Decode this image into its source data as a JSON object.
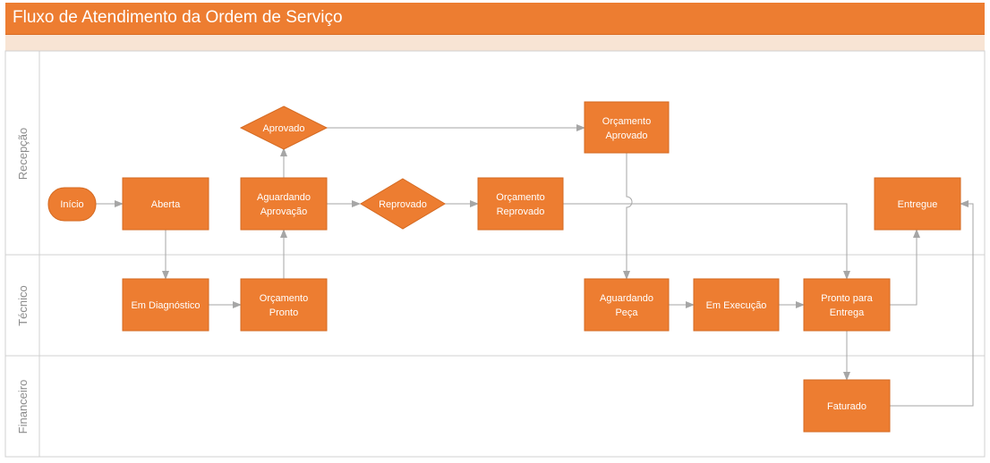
{
  "title": "Fluxo de Atendimento da Ordem de Serviço",
  "lanes": [
    {
      "label": "Recepção"
    },
    {
      "label": "Técnico"
    },
    {
      "label": "Financeiro"
    }
  ],
  "nodes": {
    "inicio": {
      "lines": [
        "Início"
      ]
    },
    "aberta": {
      "lines": [
        "Aberta"
      ]
    },
    "aguardando_aprovacao": {
      "lines": [
        "Aguardando",
        "Aprovação"
      ]
    },
    "aprovado": {
      "lines": [
        "Aprovado"
      ]
    },
    "reprovado": {
      "lines": [
        "Reprovado"
      ]
    },
    "orcamento_aprovado": {
      "lines": [
        "Orçamento",
        "Aprovado"
      ]
    },
    "orcamento_reprovado": {
      "lines": [
        "Orçamento",
        "Reprovado"
      ]
    },
    "entregue": {
      "lines": [
        "Entregue"
      ]
    },
    "em_diagnostico": {
      "lines": [
        "Em Diagnóstico"
      ]
    },
    "orcamento_pronto": {
      "lines": [
        "Orçamento",
        "Pronto"
      ]
    },
    "aguardando_peca": {
      "lines": [
        "Aguardando",
        "Peça"
      ]
    },
    "em_execucao": {
      "lines": [
        "Em Execução"
      ]
    },
    "pronto_para_entrega": {
      "lines": [
        "Pronto para",
        "Entrega"
      ]
    },
    "faturado": {
      "lines": [
        "Faturado"
      ]
    }
  },
  "colors": {
    "accent": "#ED7D31",
    "connector": "#A6A6A6",
    "lane_border": "#D0D0D0",
    "header_band": "#F8E4D4"
  }
}
